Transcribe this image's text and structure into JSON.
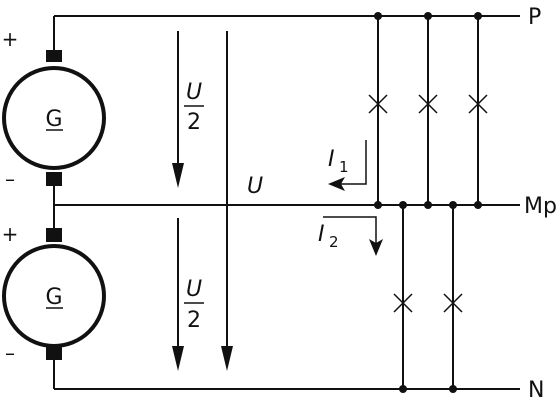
{
  "diagram": {
    "rails": {
      "top": "P",
      "mid": "Mp",
      "bottom": "N"
    },
    "generators": [
      {
        "label": "G",
        "plus": "+",
        "minus": "–"
      },
      {
        "label": "G",
        "plus": "+",
        "minus": "–"
      }
    ],
    "voltages": {
      "half_top": {
        "num": "U",
        "den": "2"
      },
      "half_bottom": {
        "num": "U",
        "den": "2"
      },
      "total": "U"
    },
    "currents": {
      "i1": {
        "letter": "I",
        "sub": "1"
      },
      "i2": {
        "letter": "I",
        "sub": "2"
      }
    }
  }
}
